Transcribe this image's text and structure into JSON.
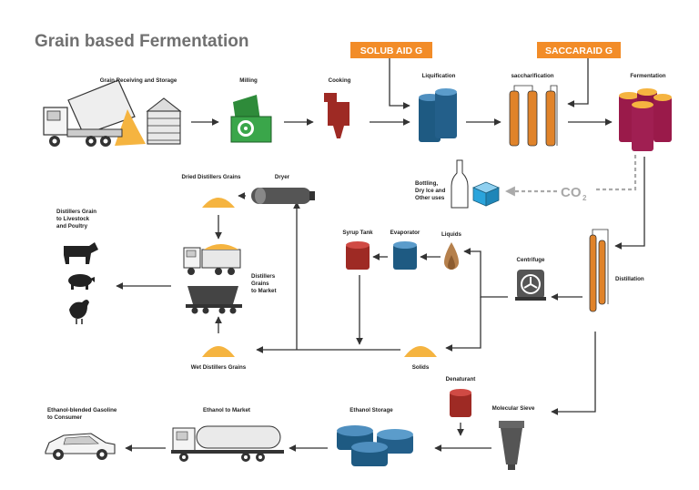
{
  "title": "Grain based Fermentation",
  "badges": {
    "solub": "SOLUB AID G",
    "sacc": "SACCARAID G"
  },
  "co2": {
    "main": "CO",
    "sub": "2"
  },
  "labels": {
    "grain_receiving": "Grain Receiving and Storage",
    "milling": "Milling",
    "cooking": "Cooking",
    "liquification": "Liquification",
    "saccharification": "saccharification",
    "fermentation": "Fermentation",
    "bottling1": "Bottling,",
    "bottling2": "Dry Ice and",
    "bottling3": "Other uses",
    "dried_grains": "Dried Distillers Grains",
    "dryer": "Dryer",
    "livestock1": "Distillers Grain",
    "livestock2": "to Livestock",
    "livestock3": "and Poultry",
    "market1": "Distillers",
    "market2": "Grains",
    "market3": "to Market",
    "syrup_tank": "Syrup Tank",
    "evaporator": "Evaporator",
    "liquids": "Liquids",
    "centrifuge": "Centrifuge",
    "distillation": "Distillation",
    "wet_grains": "Wet Distillers Grains",
    "solids": "Solids",
    "denaturant": "Denaturant",
    "molecular_sieve": "Molecular Sieve",
    "ethanol_storage": "Ethanol Storage",
    "ethanol_market": "Ethanol to Market",
    "gasoline1": "Ethanol-blended Gasoline",
    "gasoline2": "to Consumer"
  },
  "colors": {
    "orange": "#f28c28",
    "blue": "#1e5a82",
    "crimson": "#9a1a4a",
    "red": "#9e2a24",
    "gray": "#555555",
    "green": "#3aa64a",
    "grain": "#f5b440"
  }
}
